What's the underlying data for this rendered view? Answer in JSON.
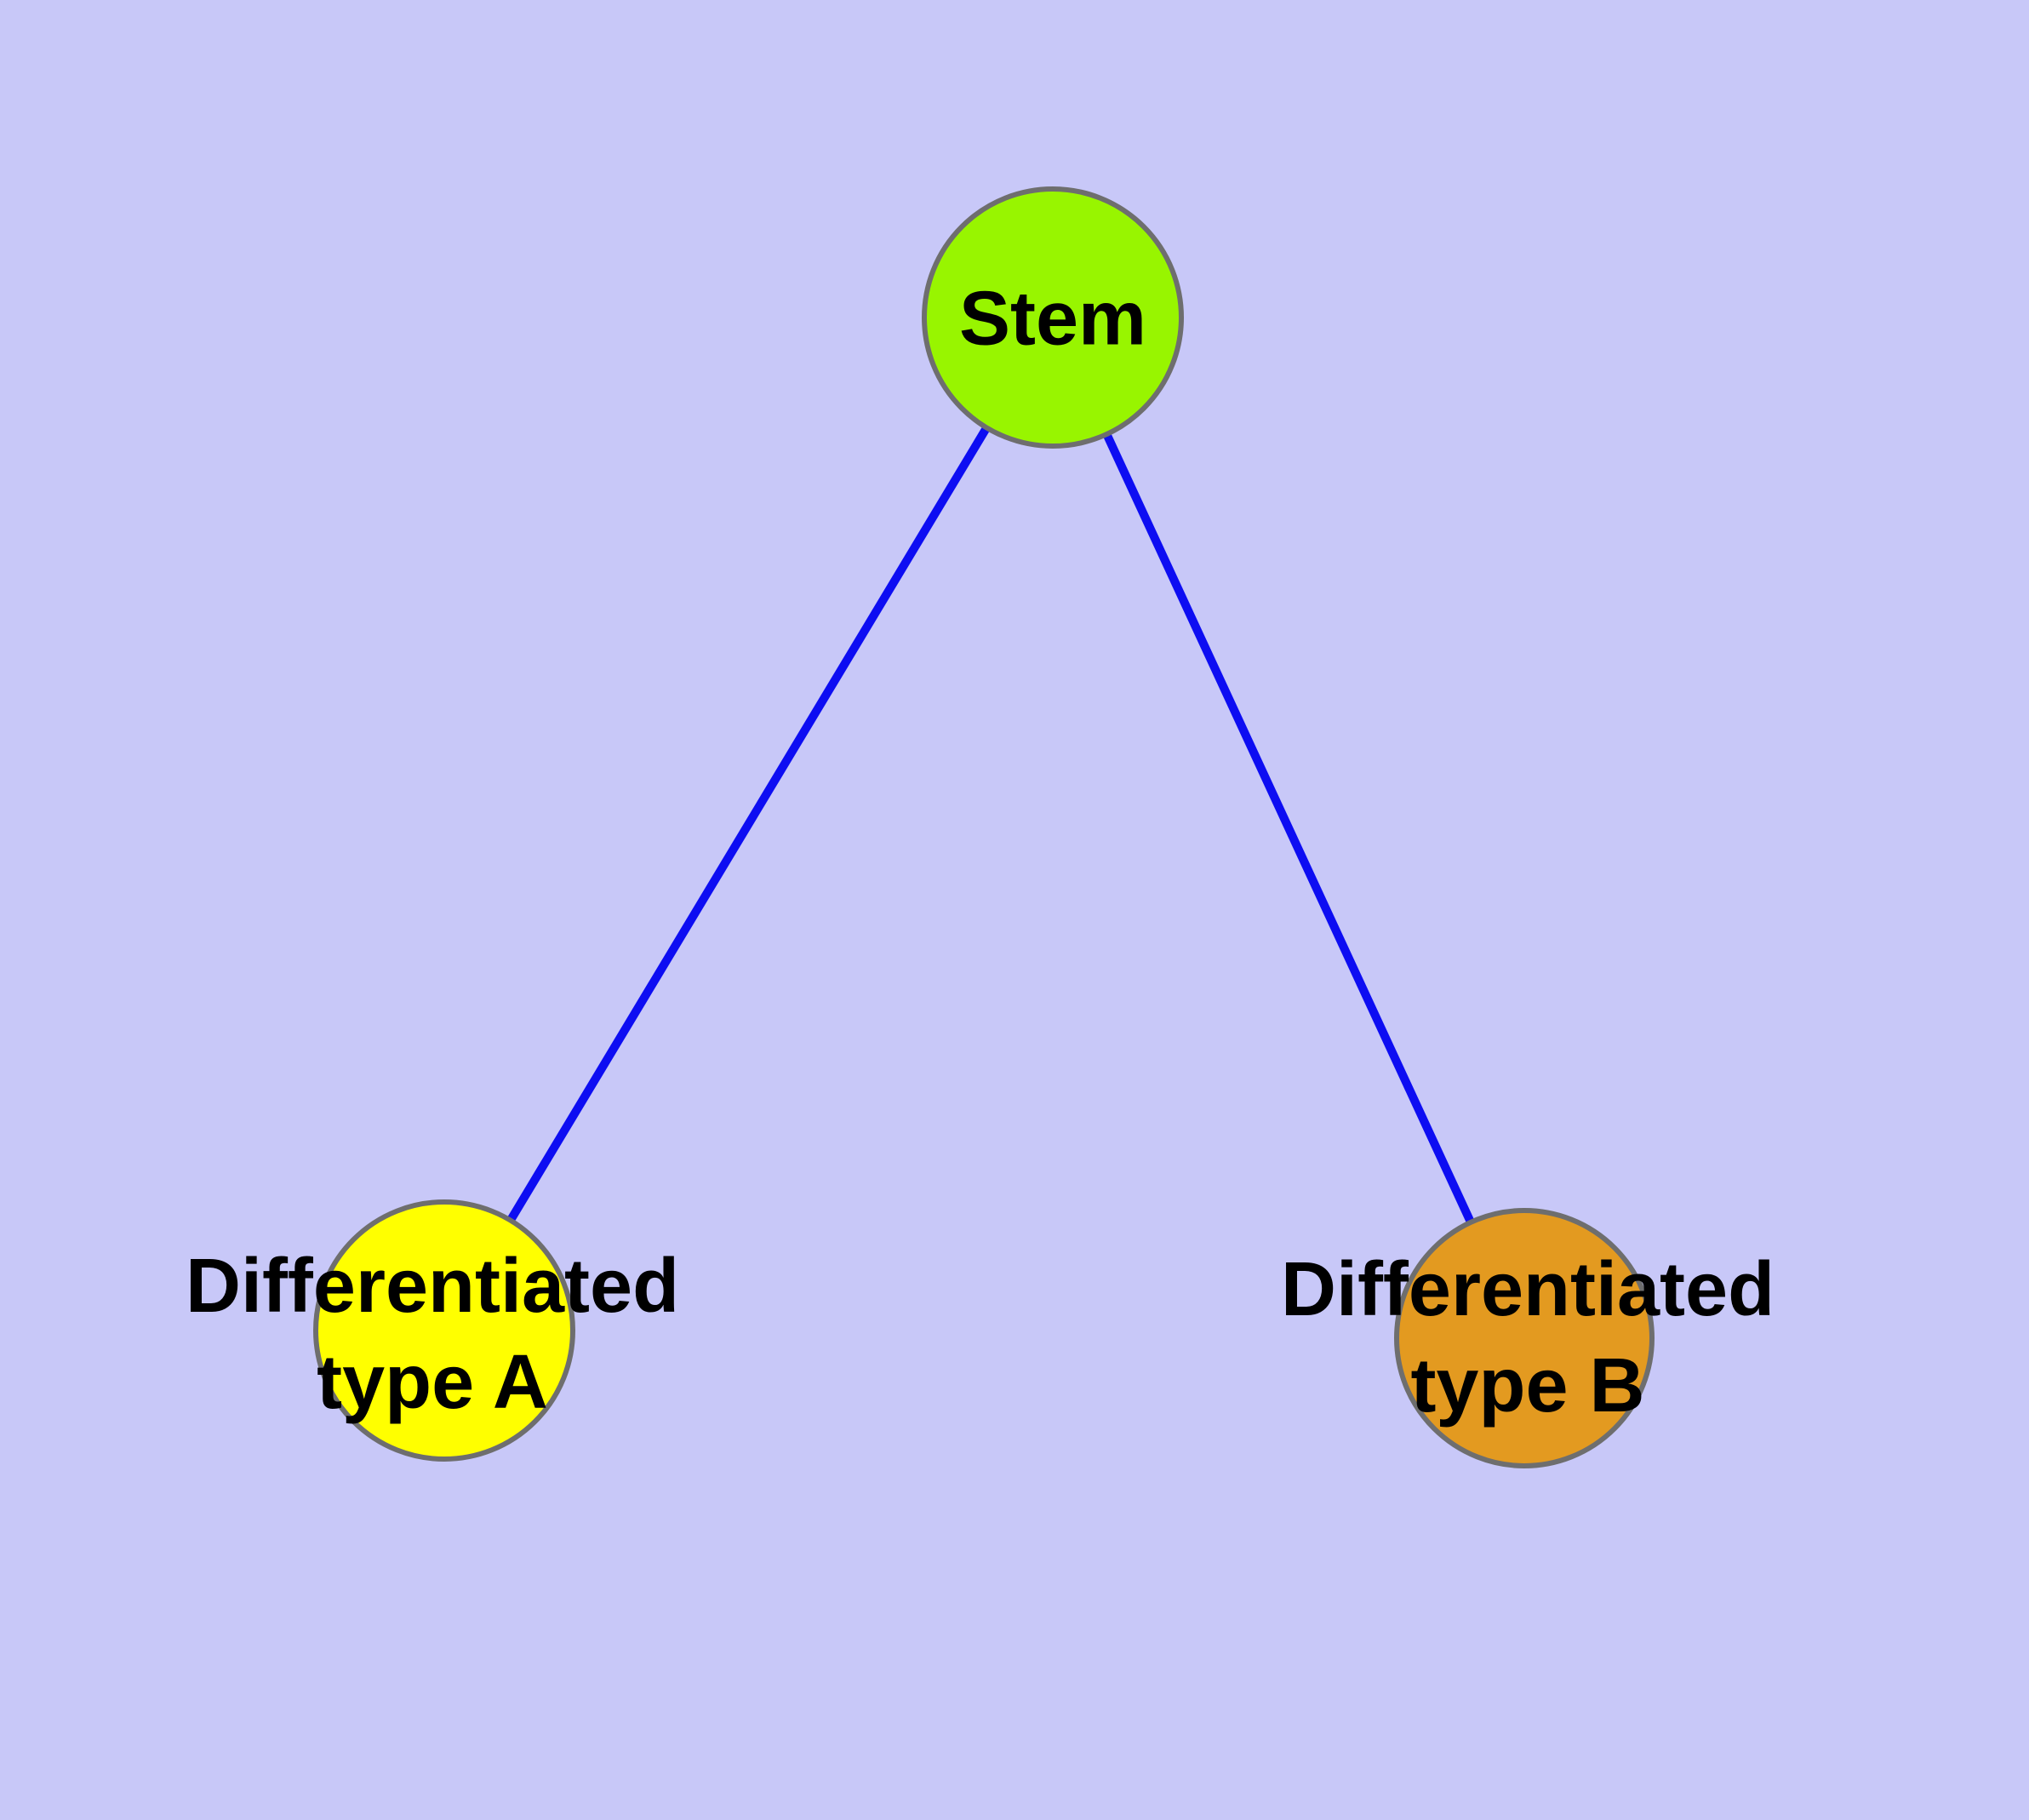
{
  "diagram": {
    "type": "node-edge-graph",
    "background_color": "#C8C8F8",
    "edge_color": "#0D0DF2",
    "node_border_color": "#6E6E6E",
    "nodes": [
      {
        "id": "stem",
        "label": "Stem",
        "fill_color": "#98F500"
      },
      {
        "id": "differentiated-type-a",
        "label": "Differentiated\ntype A",
        "fill_color": "#FFFF00"
      },
      {
        "id": "differentiated-type-b",
        "label": "Differentiated\ntype B",
        "fill_color": "#E39A20"
      }
    ],
    "edges": [
      {
        "from": "stem",
        "to": "differentiated-type-a"
      },
      {
        "from": "stem",
        "to": "differentiated-type-b"
      }
    ]
  }
}
